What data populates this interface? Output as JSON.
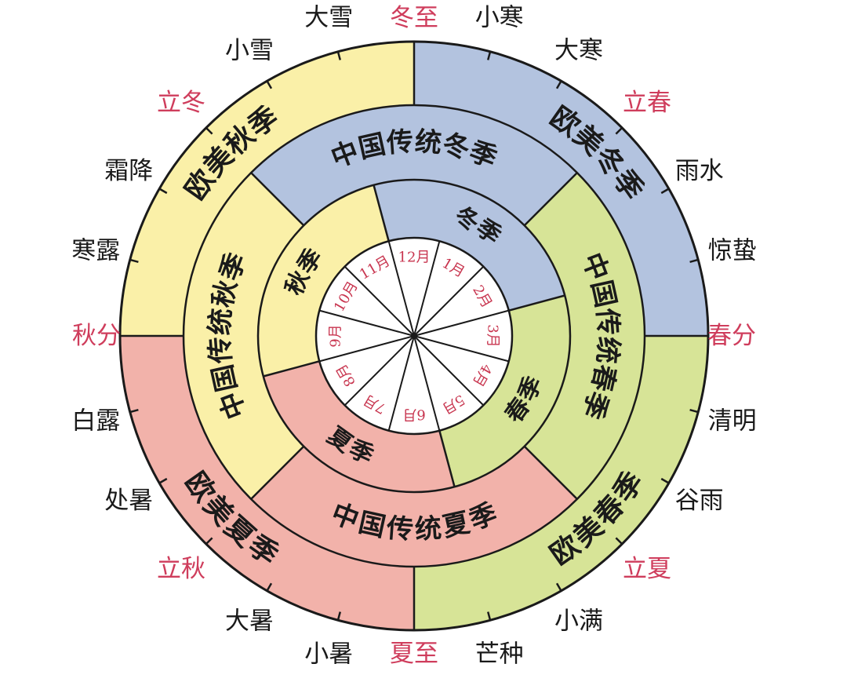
{
  "colors": {
    "winter": "#b3c3df",
    "spring": "#d7e497",
    "summer": "#f2b2aa",
    "autumn": "#faf0a8",
    "major_term": "#cf3d5c",
    "minor_term": "#1a1a1a",
    "line": "#1a1a1a"
  },
  "solar_terms": [
    {
      "name": "冬至",
      "major": true
    },
    {
      "name": "小寒",
      "major": false
    },
    {
      "name": "大寒",
      "major": false
    },
    {
      "name": "立春",
      "major": true
    },
    {
      "name": "雨水",
      "major": false
    },
    {
      "name": "惊蛰",
      "major": false
    },
    {
      "name": "春分",
      "major": true
    },
    {
      "name": "清明",
      "major": false
    },
    {
      "name": "谷雨",
      "major": false
    },
    {
      "name": "立夏",
      "major": true
    },
    {
      "name": "小满",
      "major": false
    },
    {
      "name": "芒种",
      "major": false
    },
    {
      "name": "夏至",
      "major": true
    },
    {
      "name": "小暑",
      "major": false
    },
    {
      "name": "大暑",
      "major": false
    },
    {
      "name": "立秋",
      "major": true
    },
    {
      "name": "处暑",
      "major": false
    },
    {
      "name": "白露",
      "major": false
    },
    {
      "name": "秋分",
      "major": true
    },
    {
      "name": "寒露",
      "major": false
    },
    {
      "name": "霜降",
      "major": false
    },
    {
      "name": "立冬",
      "major": true
    },
    {
      "name": "小雪",
      "major": false
    },
    {
      "name": "大雪",
      "major": false
    }
  ],
  "rings": {
    "western": [
      {
        "season": "winter",
        "label": "欧美冬季"
      },
      {
        "season": "spring",
        "label": "欧美春季"
      },
      {
        "season": "summer",
        "label": "欧美夏季"
      },
      {
        "season": "autumn",
        "label": "欧美秋季"
      }
    ],
    "chinese": [
      {
        "season": "winter",
        "label": "中国传统冬季"
      },
      {
        "season": "spring",
        "label": "中国传统春季"
      },
      {
        "season": "summer",
        "label": "中国传统夏季"
      },
      {
        "season": "autumn",
        "label": "中国传统秋季"
      }
    ],
    "meteorological": [
      {
        "season": "winter",
        "label": "冬季"
      },
      {
        "season": "spring",
        "label": "春季"
      },
      {
        "season": "summer",
        "label": "夏季"
      },
      {
        "season": "autumn",
        "label": "秋季"
      }
    ]
  },
  "months": [
    "12月",
    "1月",
    "2月",
    "3月",
    "4月",
    "5月",
    "6月",
    "7月",
    "8月",
    "9月",
    "10月",
    "11月"
  ]
}
